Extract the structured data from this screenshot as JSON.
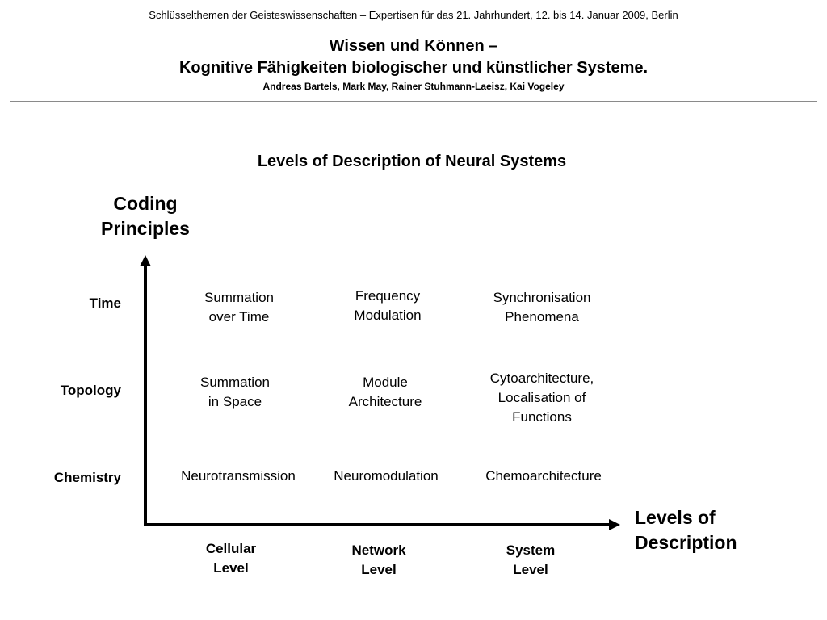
{
  "header": {
    "conference": "Schlüsselthemen der Geisteswissenschaften – Expertisen für das 21. Jahrhundert, 12. bis 14. Januar 2009, Berlin",
    "title_line1": "Wissen und Können –",
    "title_line2": "Kognitive Fähigkeiten biologischer und künstlicher Systeme.",
    "authors": "Andreas Bartels, Mark May, Rainer Stuhmann-Laeisz, Kai Vogeley"
  },
  "diagram": {
    "title": "Levels of Description of Neural Systems",
    "y_axis": {
      "line1": "Coding",
      "line2": "Principles"
    },
    "x_axis": {
      "line1": "Levels of",
      "line2": "Description"
    },
    "rows": [
      "Time",
      "Topology",
      "Chemistry"
    ],
    "columns": [
      {
        "line1": "Cellular",
        "line2": "Level"
      },
      {
        "line1": "Network",
        "line2": "Level"
      },
      {
        "line1": "System",
        "line2": "Level"
      }
    ],
    "cells": {
      "time": [
        {
          "line1": "Summation",
          "line2": "over Time"
        },
        {
          "line1": "Frequency",
          "line2": "Modulation"
        },
        {
          "line1": "Synchronisation",
          "line2": "Phenomena"
        }
      ],
      "topology": [
        {
          "line1": "Summation",
          "line2": "in Space"
        },
        {
          "line1": "Module",
          "line2": "Architecture"
        },
        {
          "line1": "Cytoarchitecture,",
          "line2": "Localisation of",
          "line3": "Functions"
        }
      ],
      "chemistry": [
        {
          "line1": "Neurotransmission"
        },
        {
          "line1": "Neuromodulation"
        },
        {
          "line1": "Chemoarchitecture"
        }
      ]
    },
    "axis_color": "#000000"
  }
}
